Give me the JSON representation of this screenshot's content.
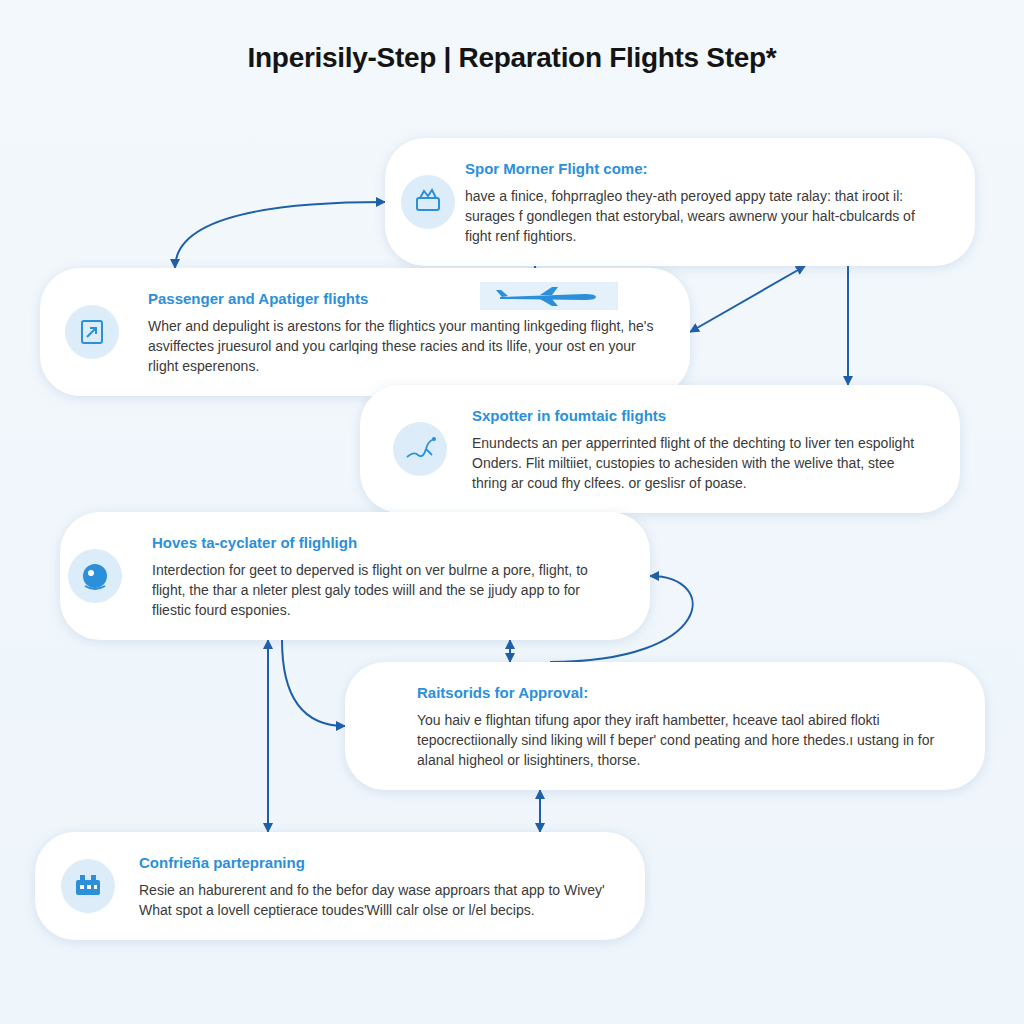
{
  "diagram": {
    "title": "Inperisily-Step | Reparation Flights Step*",
    "nodes": [
      {
        "text": [
          "Spor Morner Flight come:",
          "have a finice, fohprragleo they-ath peroyed appy tate ralay: that iroot il: surages f gondlegen that estorybal, wears awnerw your halt-cbulcards of fight renf fightiors."
        ]
      },
      {
        "text": [
          "Passenger and Apatiger flights",
          "Wher and depulight is arestons for the flightics your manting linkgeding flight, he's asviffectes jruesurol and you carlqing these racies and its llife, your ost en your rlight esperenons."
        ]
      },
      {
        "text": [
          "Sxpotter in foumtaic flights",
          "Enundects an per apperrinted flight of the dechting to liver ten espolight Onders. Flit miltiiet, custopies to achesiden with the welive that, stee thring ar coud fhy clfees. or geslisr of poase."
        ]
      },
      {
        "text": [
          "Hoves ta-cyclater of flighligh",
          "Interdection for geet to deperved is flight on ver bulrne a pore, flight, to flight, the thar a nleter plest galy todes wiill and the se jjudy app to for fliestic fourd esponies."
        ]
      },
      {
        "text": [
          "Raitsorids for Approval:",
          "You haiv e flightan tifung apor they iraft hambetter, hceave taol abired flokti tepocrectiionally sind liking will f beper' cond peating and hore thedes.ı ustang in for alanal higheol or lisightiners, thorse."
        ]
      },
      {
        "text": [
          "Confrieña partepraning",
          "Resie an haburerent and fo the befor day wase approars that app to Wivey' What spot a lovell ceptierace toudes'Willl calr olse or l/el becips."
        ]
      }
    ],
    "edges": [
      {
        "from": 1,
        "to": 0,
        "arrow": "both"
      },
      {
        "from": 1,
        "to": 0,
        "arrow": "to"
      },
      {
        "from": 0,
        "to": 1,
        "arrow": "both"
      },
      {
        "from": 0,
        "to": 2,
        "arrow": "to"
      },
      {
        "from": 2,
        "to": 3,
        "arrow": "both"
      },
      {
        "from": 4,
        "to": 3,
        "arrow": "to"
      },
      {
        "from": 3,
        "to": 4,
        "arrow": "both"
      },
      {
        "from": 3,
        "to": 5,
        "arrow": "both"
      },
      {
        "from": 3,
        "to": 4,
        "arrow": "to"
      },
      {
        "from": 4,
        "to": 5,
        "arrow": "both"
      }
    ]
  }
}
